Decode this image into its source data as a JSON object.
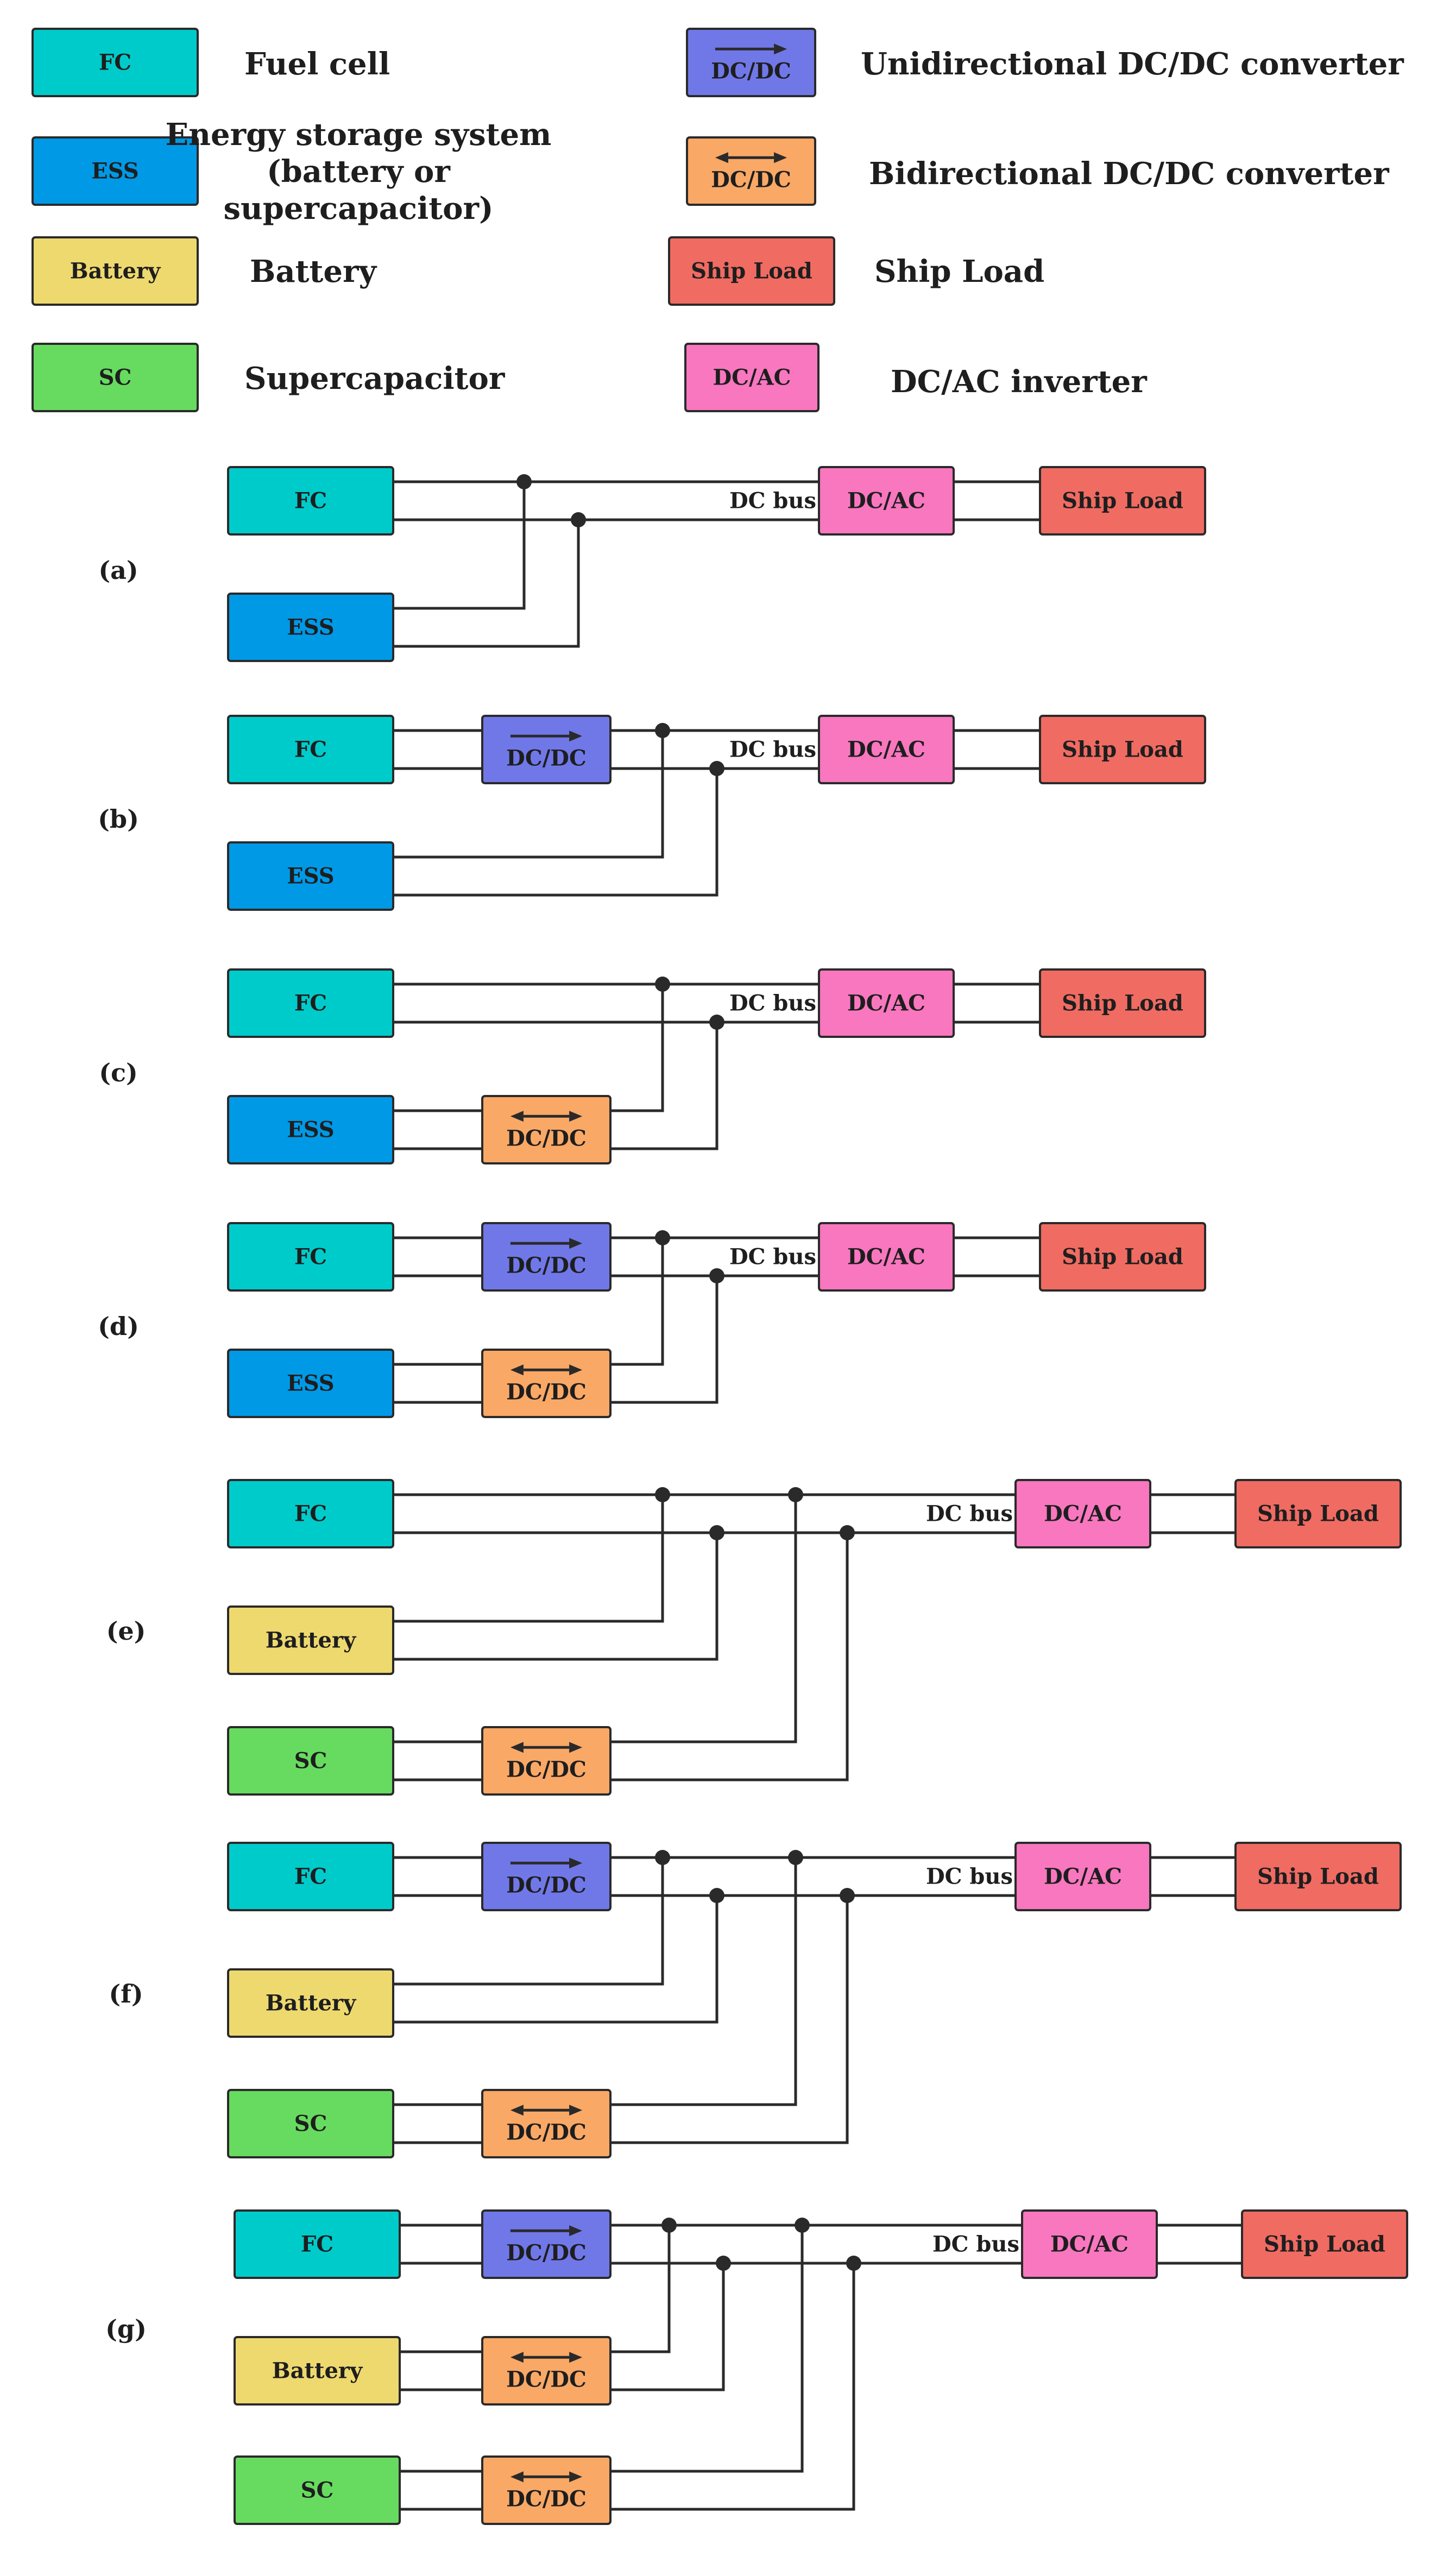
{
  "colors": {
    "fc": "#00CBCB",
    "ess": "#0099E6",
    "battery": "#EED96F",
    "sc": "#67DB5F",
    "uni_dcdc": "#7078E8",
    "bi_dcdc": "#F9A866",
    "ship_load": "#F06B62",
    "dcac": "#F877BF",
    "line": "#2a2a2a"
  },
  "legend": [
    {
      "key": "fc",
      "symbol": "FC",
      "description": "Fuel cell"
    },
    {
      "key": "ess",
      "symbol": "ESS",
      "description": [
        "Energy storage system",
        "(battery or",
        "supercapacitor)"
      ]
    },
    {
      "key": "battery",
      "symbol": "Battery",
      "description": "Battery"
    },
    {
      "key": "sc",
      "symbol": "SC",
      "description": "Supercapacitor"
    },
    {
      "key": "uni_dcdc",
      "symbol": "DC/DC",
      "arrow": "uni",
      "description": "Unidirectional DC/DC converter"
    },
    {
      "key": "bi_dcdc",
      "symbol": "DC/DC",
      "arrow": "bi",
      "description": "Bidirectional DC/DC converter"
    },
    {
      "key": "ship_load",
      "symbol": "Ship Load",
      "description": "Ship Load"
    },
    {
      "key": "dcac",
      "symbol": "DC/AC",
      "description": "DC/AC inverter"
    }
  ],
  "labels": {
    "fc": "FC",
    "ess": "ESS",
    "battery": "Battery",
    "sc": "SC",
    "dcdc": "DC/DC",
    "dcac": "DC/AC",
    "ship_load": "Ship Load",
    "dc_bus": "DC bus"
  },
  "panels": [
    {
      "label": "(a)",
      "variant": "two-source",
      "converters": {
        "fc": "none",
        "ess": "none"
      }
    },
    {
      "label": "(b)",
      "variant": "two-source",
      "converters": {
        "fc": "uni",
        "ess": "none"
      }
    },
    {
      "label": "(c)",
      "variant": "two-source",
      "converters": {
        "fc": "none",
        "ess": "bi"
      }
    },
    {
      "label": "(d)",
      "variant": "two-source",
      "converters": {
        "fc": "uni",
        "ess": "bi"
      }
    },
    {
      "label": "(e)",
      "variant": "three-source",
      "converters": {
        "fc": "none",
        "battery": "none",
        "sc": "bi"
      }
    },
    {
      "label": "(f)",
      "variant": "three-source",
      "converters": {
        "fc": "uni",
        "battery": "none",
        "sc": "bi"
      }
    },
    {
      "label": "(g)",
      "variant": "three-source",
      "converters": {
        "fc": "uni",
        "battery": "bi",
        "sc": "bi"
      }
    }
  ]
}
